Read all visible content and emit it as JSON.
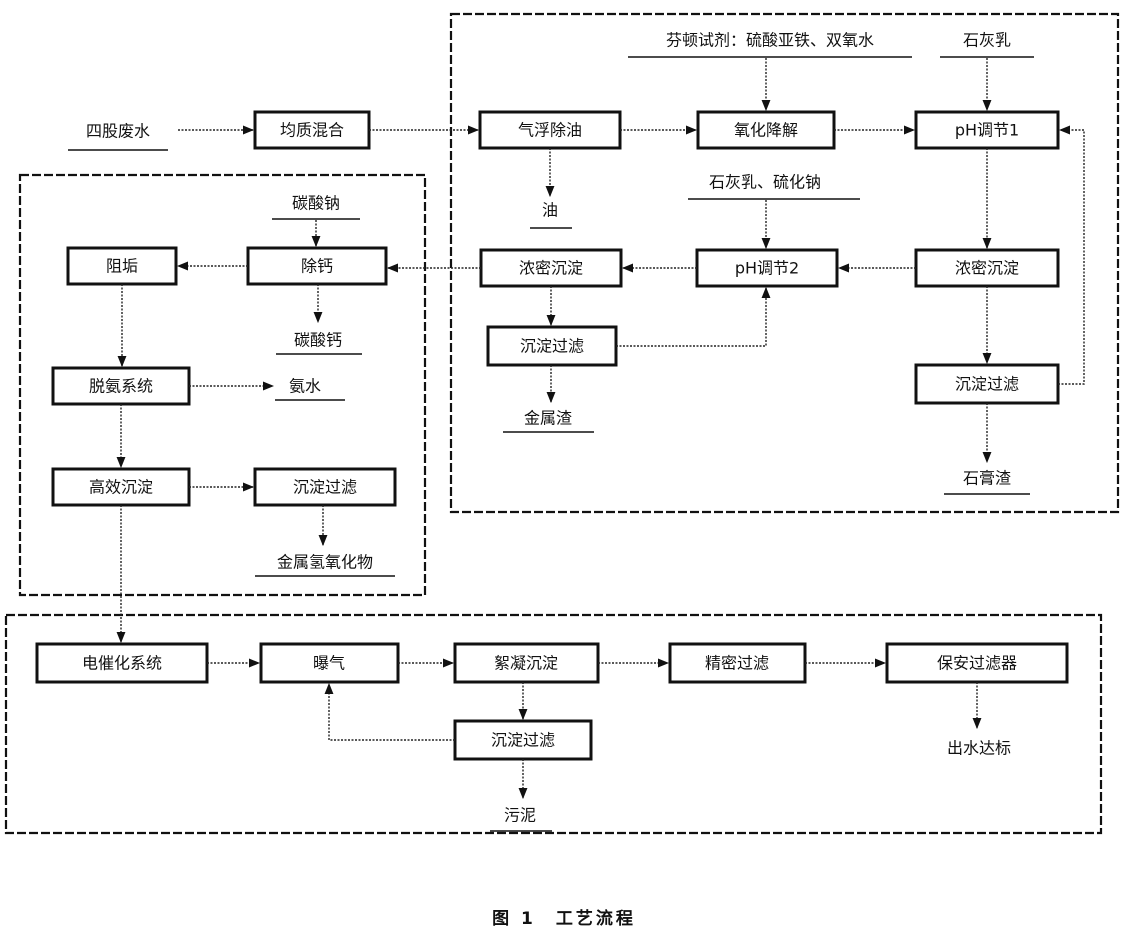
{
  "nodes": {
    "four_wastewater": "四股废水",
    "homogenize": "均质混合",
    "air_flotation": "气浮除油",
    "oil": "油",
    "fenton": "芬顿试剂：硫酸亚铁、双氧水",
    "oxidation": "氧化降解",
    "lime_milk": "石灰乳",
    "ph1": "pH调节1",
    "lime_sulfide": "石灰乳、硫化钠",
    "thicken_a": "浓密沉淀",
    "ph2": "pH调节2",
    "thicken_b": "浓密沉淀",
    "filter_a": "沉淀过滤",
    "metal_slag": "金属渣",
    "filter_b": "沉淀过滤",
    "gypsum_slag": "石膏渣",
    "sodium_carbonate": "碳酸钠",
    "decalcify": "除钙",
    "antiscale": "阻垢",
    "calcium_carbonate": "碳酸钙",
    "ammonia_strip": "脱氨系统",
    "ammonia_water": "氨水",
    "hi_eff_settle": "高效沉淀",
    "filter_c": "沉淀过滤",
    "metal_hydroxide": "金属氢氧化物",
    "electrocatalysis": "电催化系统",
    "aeration": "曝气",
    "flocculation": "絮凝沉淀",
    "fine_filter": "精密过滤",
    "security_filter": "保安过滤器",
    "filter_d": "沉淀过滤",
    "sludge": "污泥",
    "effluent": "出水达标"
  },
  "caption": "图 1　工艺流程"
}
